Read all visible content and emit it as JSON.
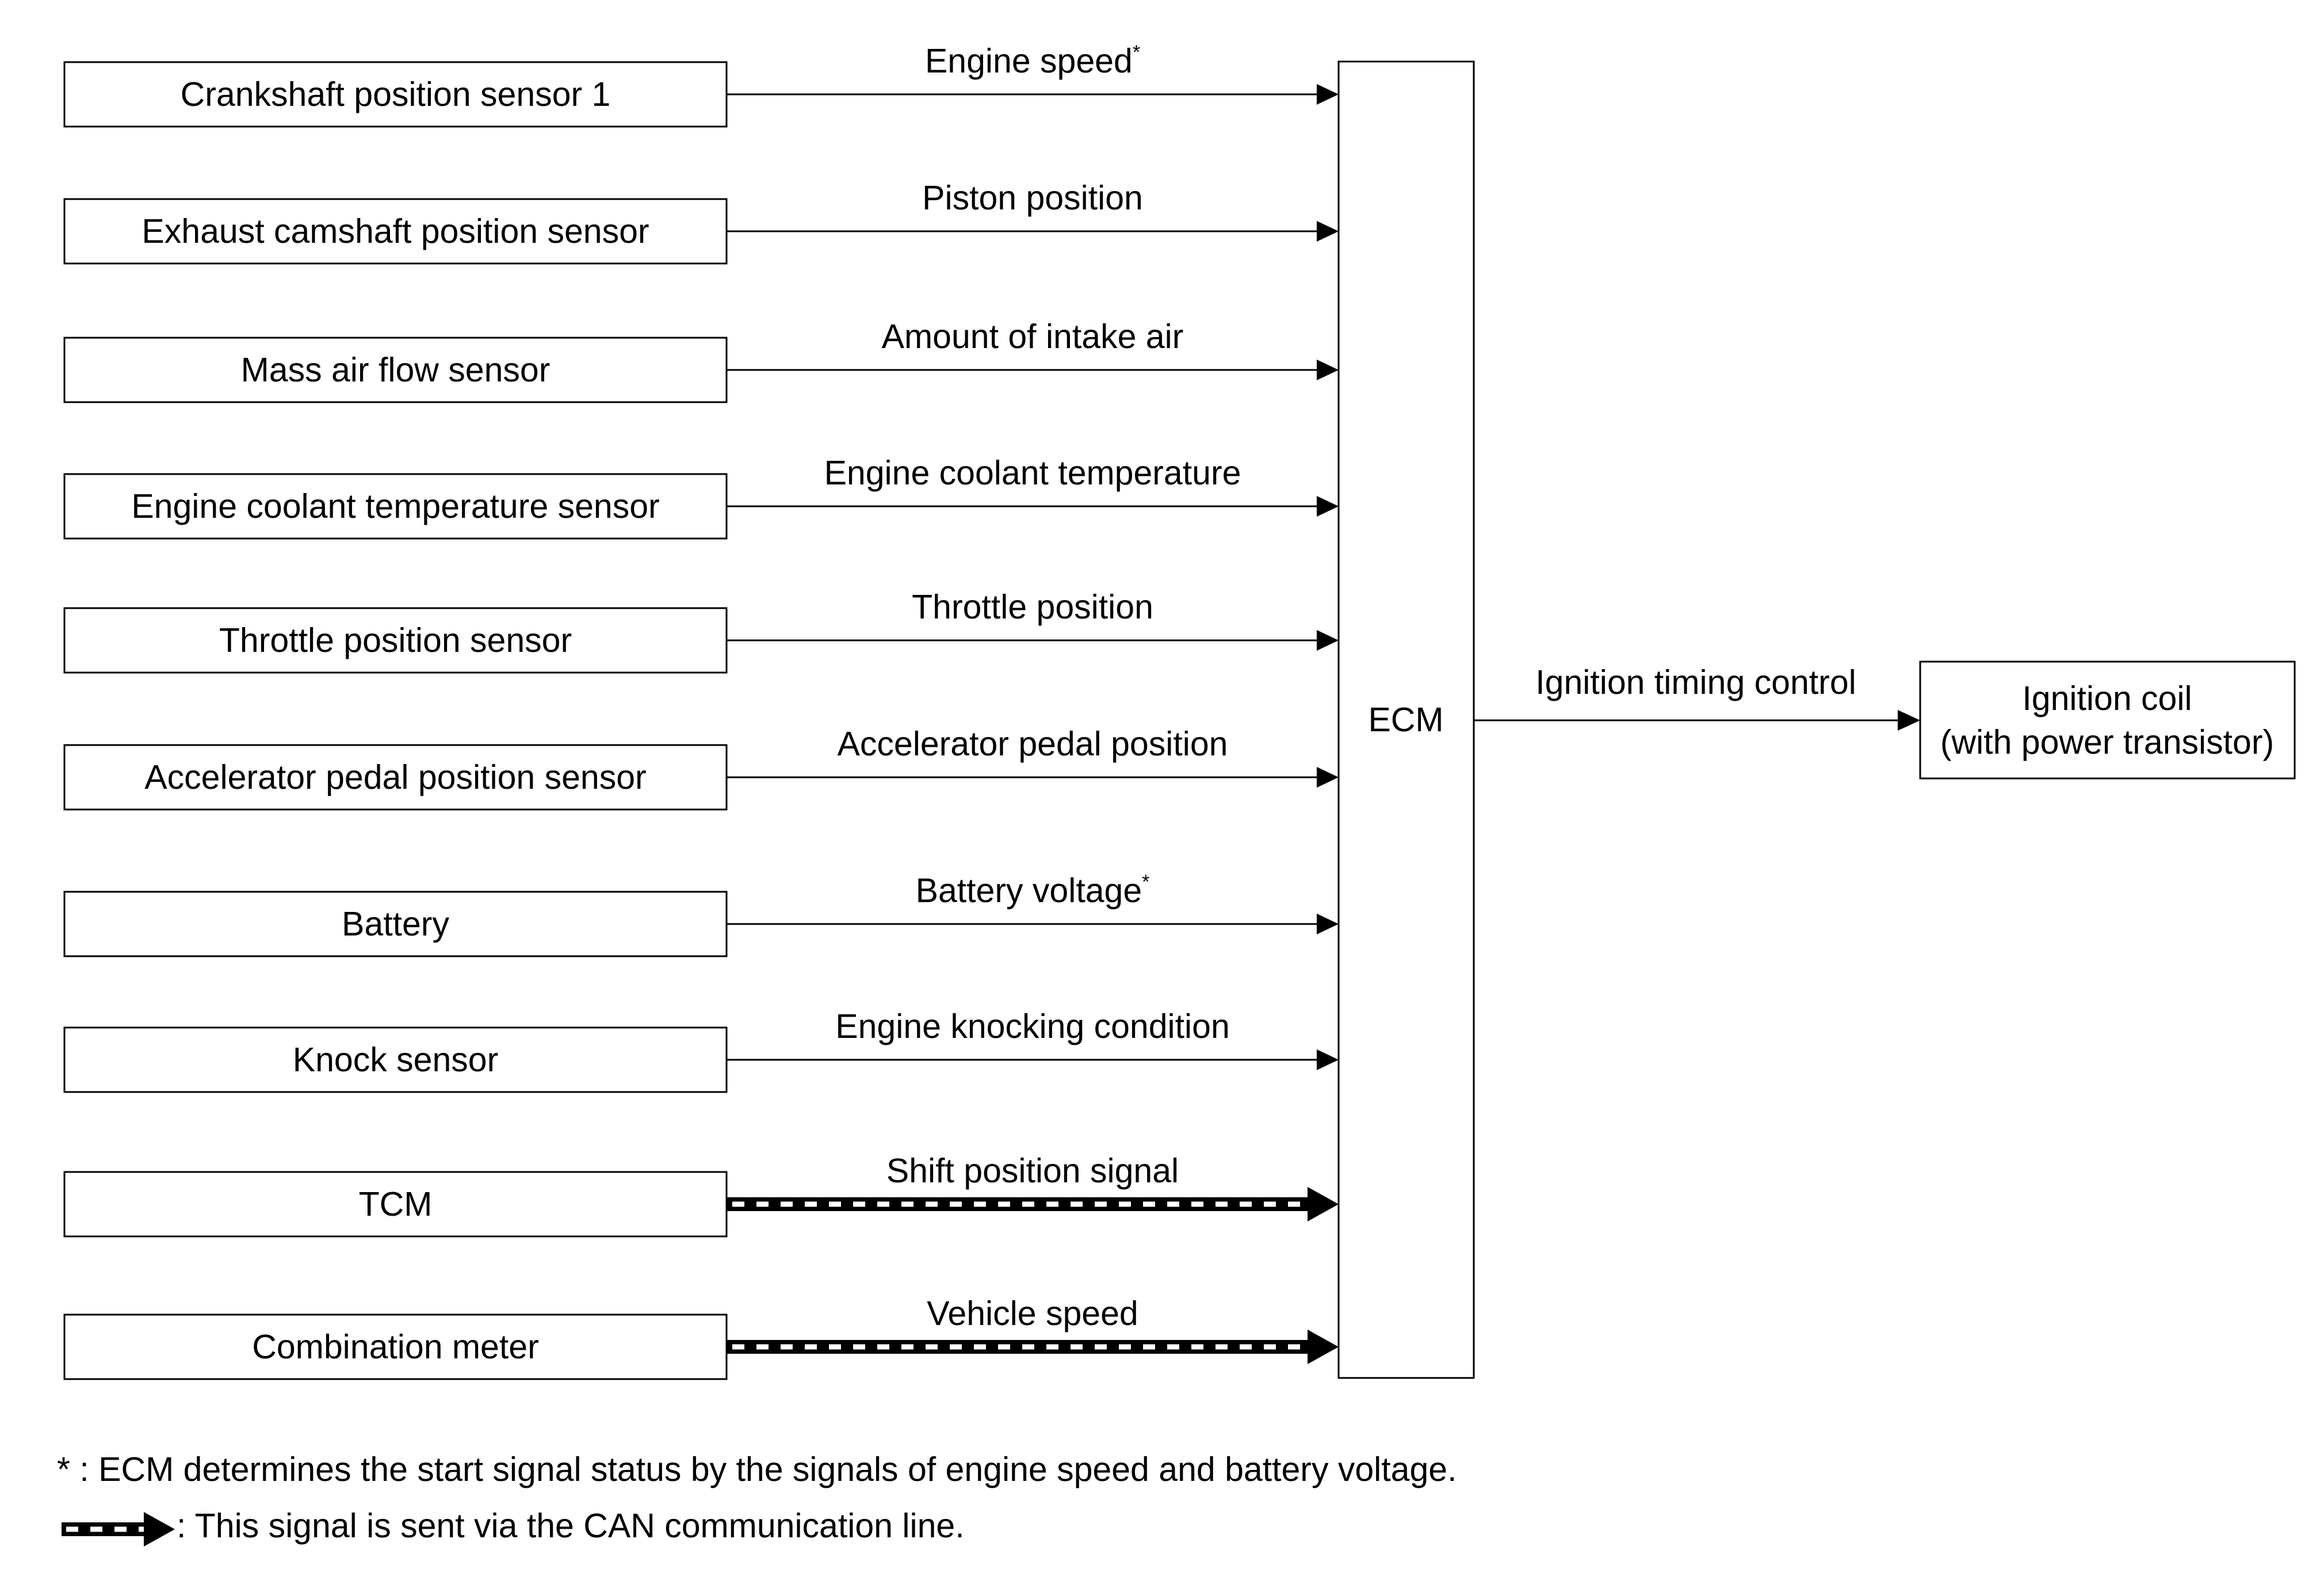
{
  "inputs": [
    {
      "label": "Crankshaft position sensor 1",
      "signal": "Engine speed",
      "signal_mark": "*",
      "can": false
    },
    {
      "label": "Exhaust camshaft position sensor",
      "signal": "Piston position",
      "signal_mark": "",
      "can": false
    },
    {
      "label": "Mass air flow sensor",
      "signal": "Amount of intake air",
      "signal_mark": "",
      "can": false
    },
    {
      "label": "Engine coolant temperature sensor",
      "signal": "Engine coolant temperature",
      "signal_mark": "",
      "can": false
    },
    {
      "label": "Throttle position sensor",
      "signal": "Throttle position",
      "signal_mark": "",
      "can": false
    },
    {
      "label": "Accelerator pedal position sensor",
      "signal": "Accelerator pedal position",
      "signal_mark": "",
      "can": false
    },
    {
      "label": "Battery",
      "signal": "Battery voltage",
      "signal_mark": "*",
      "can": false
    },
    {
      "label": "Knock sensor",
      "signal": "Engine knocking condition",
      "signal_mark": "",
      "can": false
    },
    {
      "label": "TCM",
      "signal": "Shift position signal",
      "signal_mark": "",
      "can": true
    },
    {
      "label": "Combination meter",
      "signal": "Vehicle speed",
      "signal_mark": "",
      "can": true
    }
  ],
  "ecm": {
    "label": "ECM"
  },
  "output": {
    "signal": "Ignition timing control",
    "label_line1": "Ignition coil",
    "label_line2": "(with power transistor)"
  },
  "notes": {
    "asterisk": "* : ECM determines the start signal status by the signals of engine speed and battery voltage.",
    "can_line": ": This signal is sent via the CAN communication line."
  },
  "colors": {
    "line": "#000000",
    "background": "#ffffff"
  }
}
